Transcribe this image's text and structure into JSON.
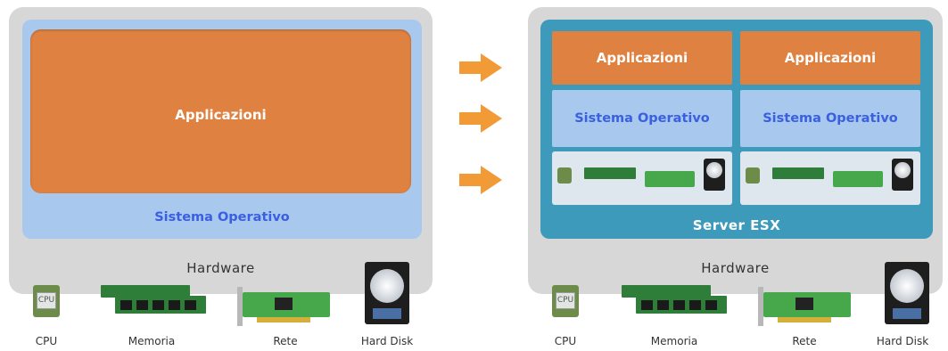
{
  "left": {
    "applications_label": "Applicazioni",
    "os_label": "Sistema Operativo",
    "hardware_label": "Hardware"
  },
  "right": {
    "vms": [
      {
        "applications_label": "Applicazioni",
        "os_label": "Sistema Operativo"
      },
      {
        "applications_label": "Applicazioni",
        "os_label": "Sistema Operativo"
      }
    ],
    "hypervisor_label": "Server ESX",
    "hardware_label": "Hardware"
  },
  "components": {
    "cpu": "CPU",
    "memory": "Memoria",
    "network": "Rete",
    "disk": "Hard Disk",
    "cpu_chip_text": "CPU"
  },
  "colors": {
    "applications": "#df8140",
    "operating_system": "#a8c8ee",
    "os_text": "#3a5fe0",
    "hypervisor": "#3d9abb",
    "hardware": "#d7d7d7",
    "arrow": "#f29a35"
  },
  "icons": [
    "arrow-right-icon",
    "cpu-icon",
    "memory-icon",
    "network-card-icon",
    "hard-disk-icon"
  ]
}
